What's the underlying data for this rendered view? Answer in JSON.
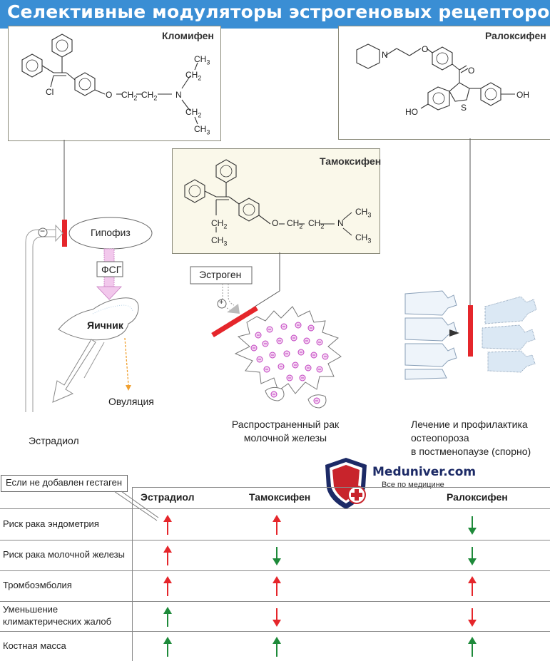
{
  "banner": {
    "title": "Селективные модуляторы эстрогеновых рецепторов"
  },
  "drugs": {
    "clomiphene": {
      "name": "Кломифен"
    },
    "raloxifene": {
      "name": "Ралоксифен"
    },
    "tamoxifen": {
      "name": "Тамоксифен"
    }
  },
  "molecule_labels": {
    "cl": "Cl",
    "o": "O",
    "ch2": "CH",
    "sub2": "2",
    "sub3": "3",
    "ch3": "CH",
    "n": "N",
    "s": "S",
    "ho": "HO",
    "oh": "OH"
  },
  "diagram": {
    "hypophysis": "Гипофиз",
    "fsh": "ФСГ",
    "ovary": "Яичник",
    "ovulation": "Овуляция",
    "estradiol": "Эстрадиол",
    "estrogen": "Эстроген",
    "minus": "−",
    "plus": "+",
    "cancer_line1": "Распространенный рак",
    "cancer_line2": "молочной железы",
    "osteo_line1": "Лечение и профилактика",
    "osteo_line2": "остеопороза",
    "osteo_line3": "в постменопаузе (спорно)"
  },
  "table": {
    "callout": "Если не добавлен гестаген",
    "columns": [
      "Эстрадиол",
      "Тамоксифен",
      "Ралоксифен"
    ],
    "rows": [
      {
        "label1": "Риск рака эндометрия",
        "label2": "",
        "cells": [
          "up-red",
          "up-red",
          "down-green"
        ]
      },
      {
        "label1": "Риск рака молочной железы",
        "label2": "",
        "cells": [
          "up-red",
          "down-green",
          "down-green"
        ]
      },
      {
        "label1": "Тромбоэмболия",
        "label2": "",
        "cells": [
          "up-red",
          "up-red",
          "up-red"
        ]
      },
      {
        "label1": "Уменьшение",
        "label2": "климактерических жалоб",
        "cells": [
          "up-green",
          "down-red",
          "down-red"
        ]
      },
      {
        "label1": "Костная масса",
        "label2": "",
        "cells": [
          "up-green",
          "up-green",
          "up-green"
        ]
      }
    ]
  },
  "logo": {
    "name": "Meduniver.com",
    "tagline": "Все по медицине"
  },
  "colors": {
    "banner": "#3a8ed4",
    "box_fill": "#faf8ea",
    "red": "#e5262b",
    "green": "#1e8a3a",
    "dots": "#c040c0"
  }
}
